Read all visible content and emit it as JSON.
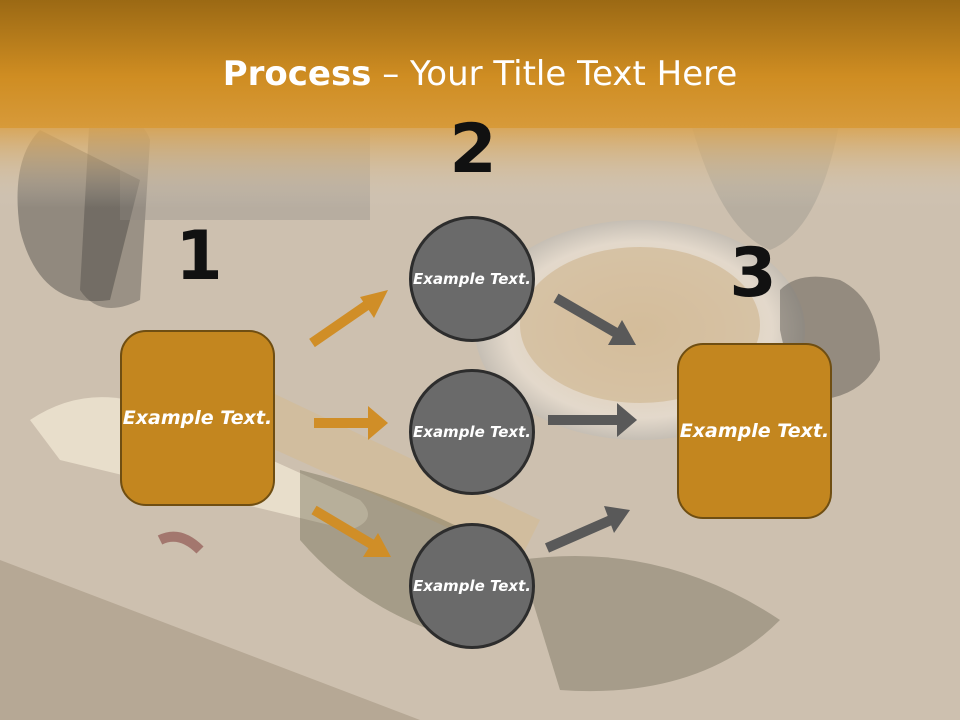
{
  "title": {
    "bold": "Process",
    "rest": " – Your Title Text Here"
  },
  "numbers": [
    "1",
    "2",
    "3"
  ],
  "left_box": {
    "text": "Example Text."
  },
  "circles": [
    {
      "text": "Example Text."
    },
    {
      "text": "Example Text."
    },
    {
      "text": "Example Text."
    }
  ],
  "right_box": {
    "text": "Example Text."
  },
  "colors": {
    "banner": "#cc8a22",
    "box_fill": "#c3861f",
    "box_border": "#6f4e12",
    "circle_fill": "#6a6a6a",
    "circle_border": "#2d2d2d",
    "arrow_orange": "#d08e27",
    "arrow_gray": "#595959"
  }
}
